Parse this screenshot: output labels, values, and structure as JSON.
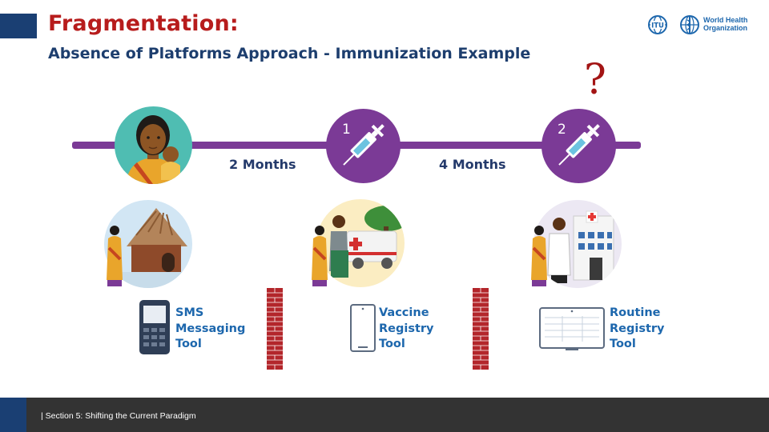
{
  "header": {
    "title": "Fragmentation:",
    "subtitle": "Absence of Platforms Approach - Immunization Example",
    "question_mark": "?"
  },
  "logos": {
    "itu_label": "ITU",
    "who_label": "World Health Organization",
    "itu_icon": "itu-globe-icon",
    "who_icon": "who-emblem-icon"
  },
  "timeline": {
    "doses": [
      {
        "number": "1",
        "icon": "syringe-icon"
      },
      {
        "number": "2",
        "icon": "syringe-icon"
      }
    ],
    "intervals": [
      "2 Months",
      "4 Months"
    ]
  },
  "tools": [
    {
      "icon": "mobile-phone-icon",
      "line1": "SMS",
      "line2": "Messaging",
      "line3": "Tool"
    },
    {
      "icon": "tablet-icon",
      "line1": "Vaccine",
      "line2": "Registry",
      "line3": "Tool"
    },
    {
      "icon": "laptop-icon",
      "line1": "Routine",
      "line2": "Registry",
      "line3": "Tool"
    }
  ],
  "footer": {
    "text": "| Section 5: Shifting the Current Paradigm"
  },
  "colors": {
    "title_red": "#b71c1c",
    "navy": "#1d3e6e",
    "purple": "#7b3a96",
    "teal": "#4fbdb2",
    "tool_blue": "#1d67ad",
    "brick_red": "#b3262b",
    "footer_gray": "#333333"
  }
}
